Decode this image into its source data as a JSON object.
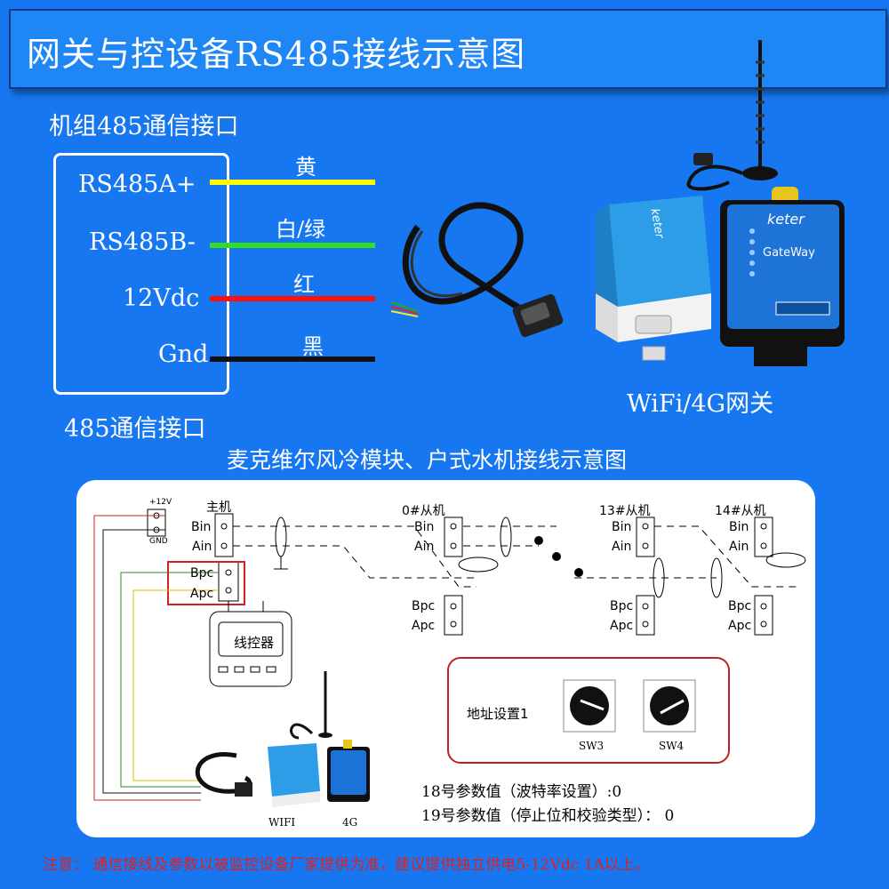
{
  "title": "网关与控设备RS485接线示意图",
  "top_section": {
    "heading": "机组485通信接口",
    "pins": [
      "RS485A+",
      "RS485B-",
      "12Vdc",
      "Gnd"
    ],
    "wire_labels": [
      "黄",
      "白/绿",
      "红",
      "黑"
    ],
    "wire_colors": [
      "#ffff00",
      "#33dd22",
      "#ff1010",
      "#111111"
    ],
    "box_caption": "485通信接口",
    "gateway_caption": "WiFi/4G网关",
    "gateway_brand": "keter",
    "gateway_name": "GateWay"
  },
  "subtitle": "麦克维尔风冷模块、户式水机接线示意图",
  "diagram": {
    "power_label": "+12V",
    "gnd_label": "GND",
    "master_label": "主机",
    "slaves": [
      "0#从机",
      "13#从机",
      "14#从机"
    ],
    "pin_bin": "Bin",
    "pin_ain": "Ain",
    "pin_bpc": "Bpc",
    "pin_apc": "Apc",
    "controller_label": "线控器",
    "address_label": "地址设置1",
    "sw3": "SW3",
    "sw4": "SW4",
    "wifi_label": "WIFI",
    "g4_label": "4G",
    "param18": "18号参数值（波特率设置）:0",
    "param19": "19号参数值（停止位和校验类型）： 0"
  },
  "note": "注意： 通信接线及参数以被监控设备厂家提供为准，建议提供独立供电5-12Vdc 1A以上。"
}
